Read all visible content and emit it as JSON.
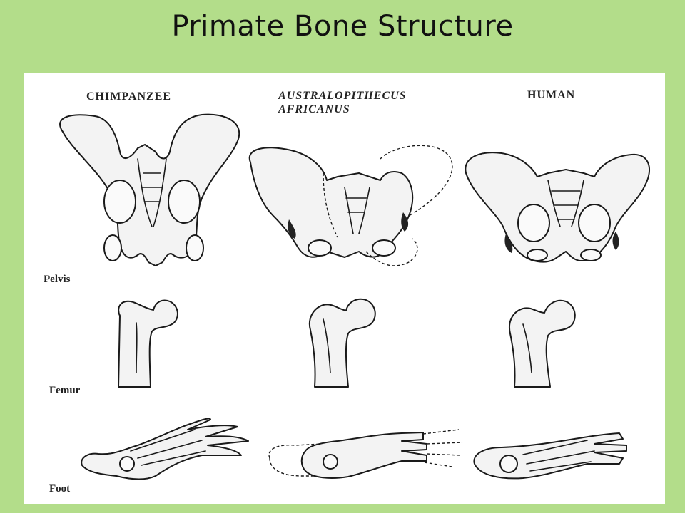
{
  "slide": {
    "title": "Primate Bone Structure"
  },
  "columns": [
    {
      "label": "CHIMPANZEE"
    },
    {
      "label_line1": "AUSTRALOPITHECUS",
      "label_line2": "AFRICANUS"
    },
    {
      "label": "HUMAN"
    }
  ],
  "rows": {
    "pelvis": "Pelvis",
    "femur": "Femur",
    "foot": "Foot"
  },
  "colors": {
    "background": "#b3dd8a",
    "panel": "#ffffff",
    "ink": "#1a1a1a"
  }
}
